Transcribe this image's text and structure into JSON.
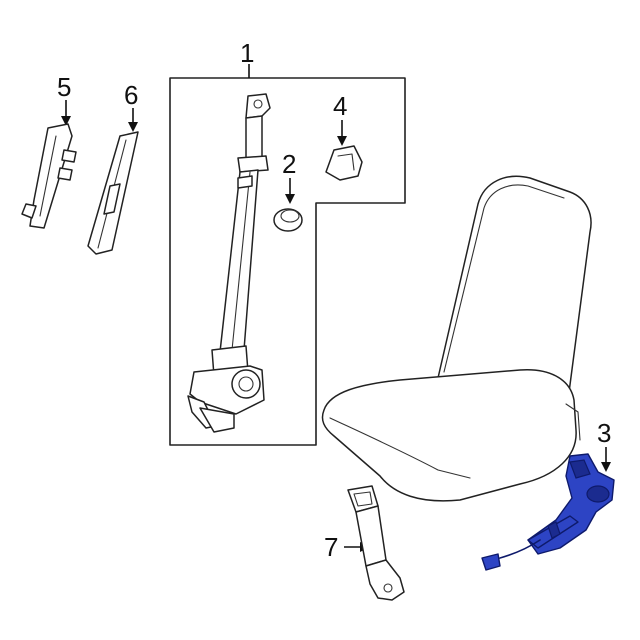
{
  "callouts": {
    "belt_assembly": "1",
    "button_stop": "2",
    "buckle_assembly": "3",
    "guide_cover": "4",
    "height_adjuster": "5",
    "pillar_trim": "6",
    "center_buckle": "7"
  },
  "colors": {
    "highlight": "#2d44c4",
    "outline": "#222222"
  }
}
